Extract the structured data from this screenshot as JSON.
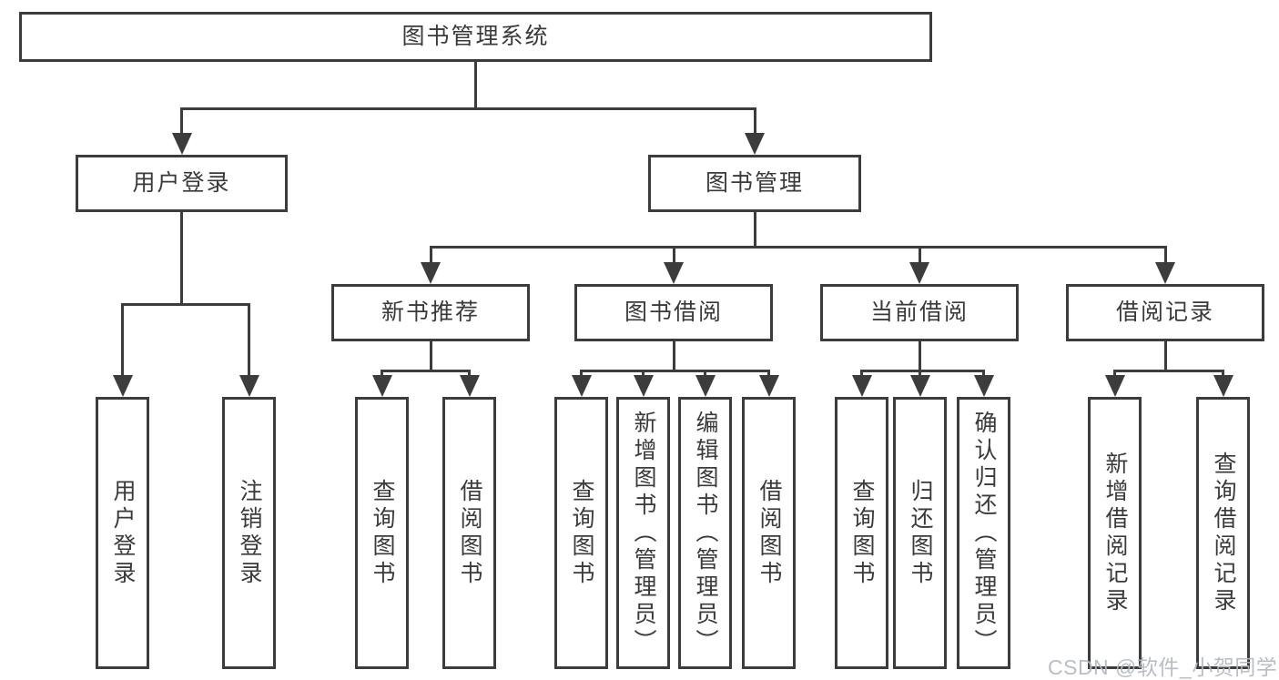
{
  "nodes": {
    "root": "图书管理系统",
    "level2": [
      "用户登录",
      "图书管理"
    ],
    "level3": [
      "新书推荐",
      "图书借阅",
      "当前借阅",
      "借阅记录"
    ],
    "leafGroups": [
      {
        "parent": "用户登录",
        "items": [
          "用户登录",
          "注销登录"
        ]
      },
      {
        "parent": "新书推荐",
        "items": [
          "查询图书",
          "借阅图书"
        ]
      },
      {
        "parent": "图书借阅",
        "items": [
          "查询图书",
          "新增图书（管理员）",
          "编辑图书（管理员）",
          "借阅图书"
        ]
      },
      {
        "parent": "当前借阅",
        "items": [
          "查询图书",
          "归还图书",
          "确认归还（管理员）"
        ]
      },
      {
        "parent": "借阅记录",
        "items": [
          "新增借阅记录",
          "查询借阅记录"
        ]
      }
    ]
  },
  "watermark": {
    "text": "CSDN @软件_小贺同学"
  },
  "colors": {
    "line": "#3c3c3c",
    "text": "#3a3a3a",
    "background": "#ffffff",
    "watermark": "#b4b9c1"
  }
}
